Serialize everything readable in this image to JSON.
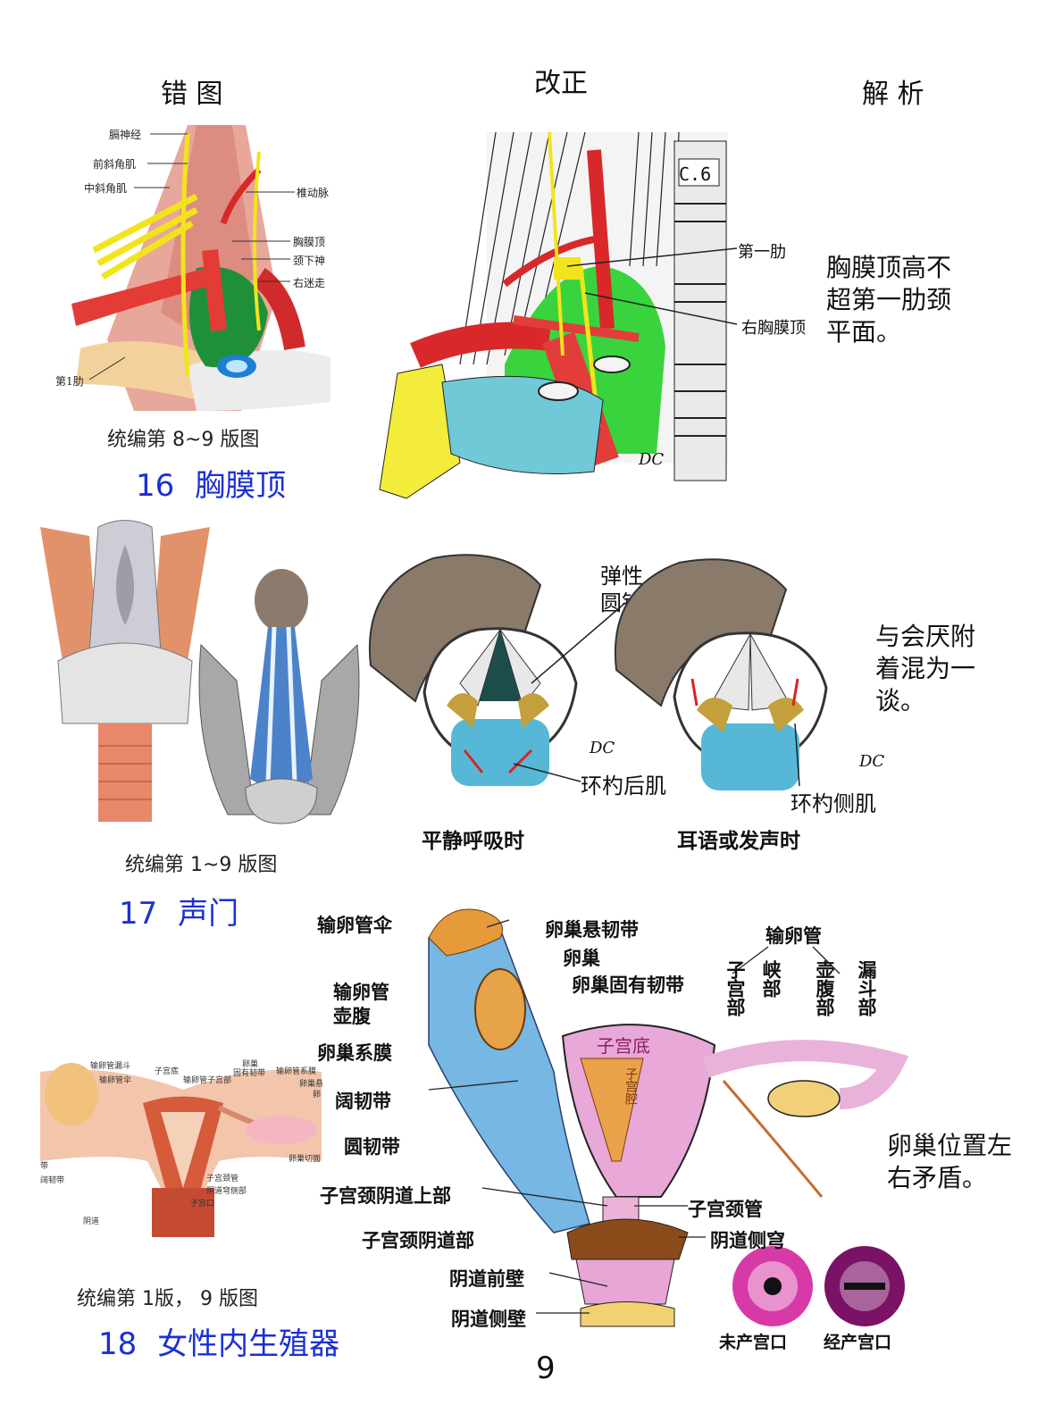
{
  "headers": {
    "wrong": "错 图",
    "corrected": "改正",
    "analysis": "解 析"
  },
  "sections": [
    {
      "number": "16",
      "title": "胸膜顶",
      "caption": "统编第 8~9 版图",
      "wrong_labels": [
        "膈神经",
        "前斜角肌",
        "中斜角肌",
        "椎动脉",
        "胸膜顶",
        "颈下神",
        "右迷走",
        "第1肋"
      ],
      "correct_labels": [
        "C.6",
        "第一肋",
        "右胸膜顶",
        "DC"
      ],
      "analysis_lines": [
        "胸膜顶高不",
        "超第一肋颈",
        "平面。"
      ]
    },
    {
      "number": "17",
      "title": "声门",
      "caption": "统编第 1~9 版图",
      "correct_labels": [
        "弹性",
        "圆锥",
        "环杓后肌",
        "环杓侧肌",
        "平静呼吸时",
        "耳语或发声时",
        "DC",
        "DC"
      ],
      "analysis_lines": [
        "与会厌附",
        "着混为一",
        "谈。"
      ]
    },
    {
      "number": "18",
      "title": "女性内生殖器",
      "caption": "统编第 1版， 9 版图",
      "wrong_labels": [
        "输卵管漏斗",
        "输卵管伞",
        "子宫底",
        "输卵管子宫部",
        "卵巢",
        "固有韧带",
        "输卵管系膜",
        "卵巢悬",
        "卵",
        "带",
        "阔韧带",
        "子宫颈管",
        "阴道穹侧部",
        "子宫口",
        "卵巢切面",
        "阴道"
      ],
      "correct_labels": {
        "left": [
          "输卵管伞",
          "输卵管",
          "壶腹",
          "卵巢系膜",
          "阔韧带",
          "圆韧带",
          "子宫颈阴道上部",
          "子宫颈阴道部",
          "阴道前壁",
          "阴道侧壁"
        ],
        "top": [
          "卵巢悬韧带",
          "卵巢",
          "卵巢固有韧带",
          "输卵管"
        ],
        "tube_parts": [
          "子宫部",
          "峡部",
          "壶腹部",
          "漏斗部"
        ],
        "inner": [
          "子宫底",
          "子宫腔"
        ],
        "right": [
          "子宫颈管",
          "阴道侧穹"
        ],
        "os": [
          "未产宫口",
          "经产宫口"
        ]
      },
      "analysis_lines": [
        "卵巢位置左",
        "右矛盾。"
      ]
    }
  ],
  "page_number": "9",
  "colors": {
    "blue_title": "#1b2fd6",
    "artery_red": "#d8282a",
    "nerve_yellow": "#f2e41c",
    "pleura_green": "#22b24a",
    "cartilage_cyan": "#6fc9d6",
    "uterus_pink": "#e8a8d8",
    "ovary_orange": "#e7a34a"
  }
}
